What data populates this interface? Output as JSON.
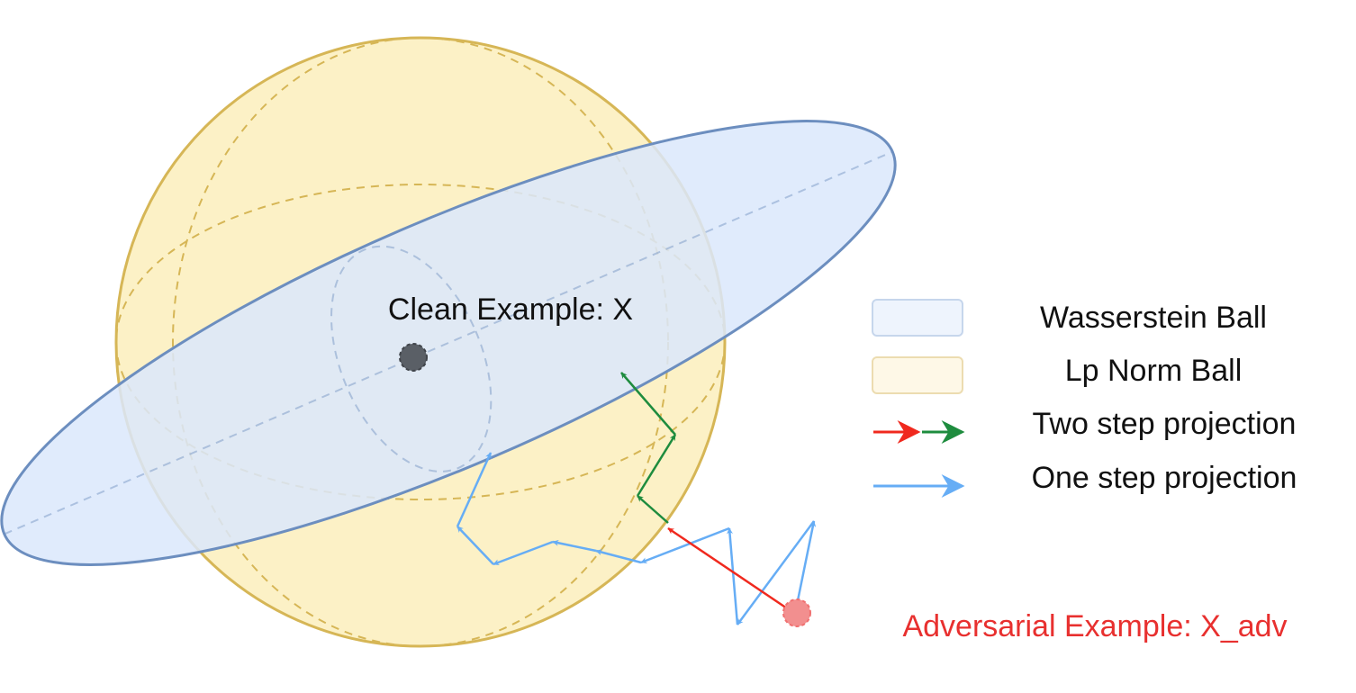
{
  "diagram": {
    "clean_label": "Clean Example: X",
    "adv_label": "Adversarial Example: X_adv"
  },
  "legend": {
    "wasserstein": "Wasserstein Ball",
    "lp": "Lp Norm Ball",
    "two_step": "Two step projection",
    "one_step": "One step projection"
  },
  "colors": {
    "lp_fill": "#fcf1c6",
    "lp_stroke": "#d6b656",
    "ws_fill": "#dae8fc",
    "ws_stroke": "#6c8ebf",
    "clean_point": "#5a5f66",
    "adv_point": "#f28f8f",
    "adv_text": "#e8302f",
    "red_arrow": "#f0291e",
    "green_arrow": "#1e8c3e",
    "blue_arrow": "#66adf5"
  }
}
